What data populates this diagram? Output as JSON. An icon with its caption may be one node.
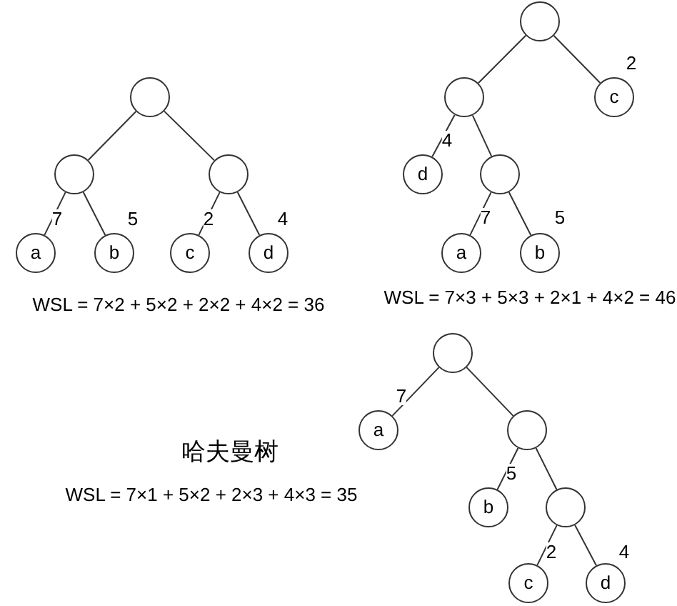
{
  "diagram": {
    "nodes": [
      {
        "text": [],
        "shape": "circle"
      },
      {
        "text": [],
        "shape": "circle"
      },
      {
        "text": [],
        "shape": "circle"
      },
      {
        "text": [
          "a"
        ]
      },
      {
        "text": [
          "b"
        ]
      },
      {
        "text": [
          "c"
        ]
      },
      {
        "text": [
          "d"
        ]
      },
      {
        "text": [],
        "shape": "circle"
      },
      {
        "text": [],
        "shape": "circle"
      },
      {
        "text": [
          "c"
        ]
      },
      {
        "text": [
          "d"
        ]
      },
      {
        "text": [],
        "shape": "circle"
      },
      {
        "text": [
          "a"
        ]
      },
      {
        "text": [
          "b"
        ]
      },
      {
        "text": [],
        "shape": "circle"
      },
      {
        "text": [
          "a"
        ]
      },
      {
        "text": [],
        "shape": "circle"
      },
      {
        "text": [
          "b"
        ]
      },
      {
        "text": [],
        "shape": "circle"
      },
      {
        "text": [
          "c"
        ]
      },
      {
        "text": [
          "d"
        ]
      }
    ],
    "edges": [
      {
        "from": 0,
        "to": 1,
        "arrow": "none"
      },
      {
        "from": 0,
        "to": 2,
        "arrow": "none"
      },
      {
        "from": 1,
        "to": 3,
        "arrow": "none",
        "label": "7"
      },
      {
        "from": 1,
        "to": 4,
        "arrow": "none",
        "label": "5"
      },
      {
        "from": 2,
        "to": 5,
        "arrow": "none",
        "label": "2"
      },
      {
        "from": 2,
        "to": 6,
        "arrow": "none",
        "label": "4"
      },
      {
        "from": 7,
        "to": 8,
        "arrow": "none"
      },
      {
        "from": 7,
        "to": 9,
        "arrow": "none",
        "label": "2"
      },
      {
        "from": 8,
        "to": 10,
        "arrow": "none",
        "label": "4"
      },
      {
        "from": 8,
        "to": 11,
        "arrow": "none"
      },
      {
        "from": 11,
        "to": 12,
        "arrow": "none",
        "label": "7"
      },
      {
        "from": 11,
        "to": 13,
        "arrow": "none",
        "label": "5"
      },
      {
        "from": 14,
        "to": 15,
        "arrow": "none",
        "label": "7"
      },
      {
        "from": 14,
        "to": 16,
        "arrow": "none"
      },
      {
        "from": 16,
        "to": 17,
        "arrow": "none",
        "label": "5"
      },
      {
        "from": 16,
        "to": 18,
        "arrow": "none"
      },
      {
        "from": 18,
        "to": 19,
        "arrow": "none",
        "label": "2"
      },
      {
        "from": 18,
        "to": 20,
        "arrow": "none",
        "label": "4"
      }
    ],
    "labels": [
      "WSL = 7×2 + 5×2 + 2×2 + 4×2 = 36",
      "WSL = 7×3 + 5×3 + 2×1 + 4×2 = 46",
      "哈夫曼树",
      "WSL = 7×1 + 5×2 + 2×3 + 4×3 = 35"
    ]
  }
}
